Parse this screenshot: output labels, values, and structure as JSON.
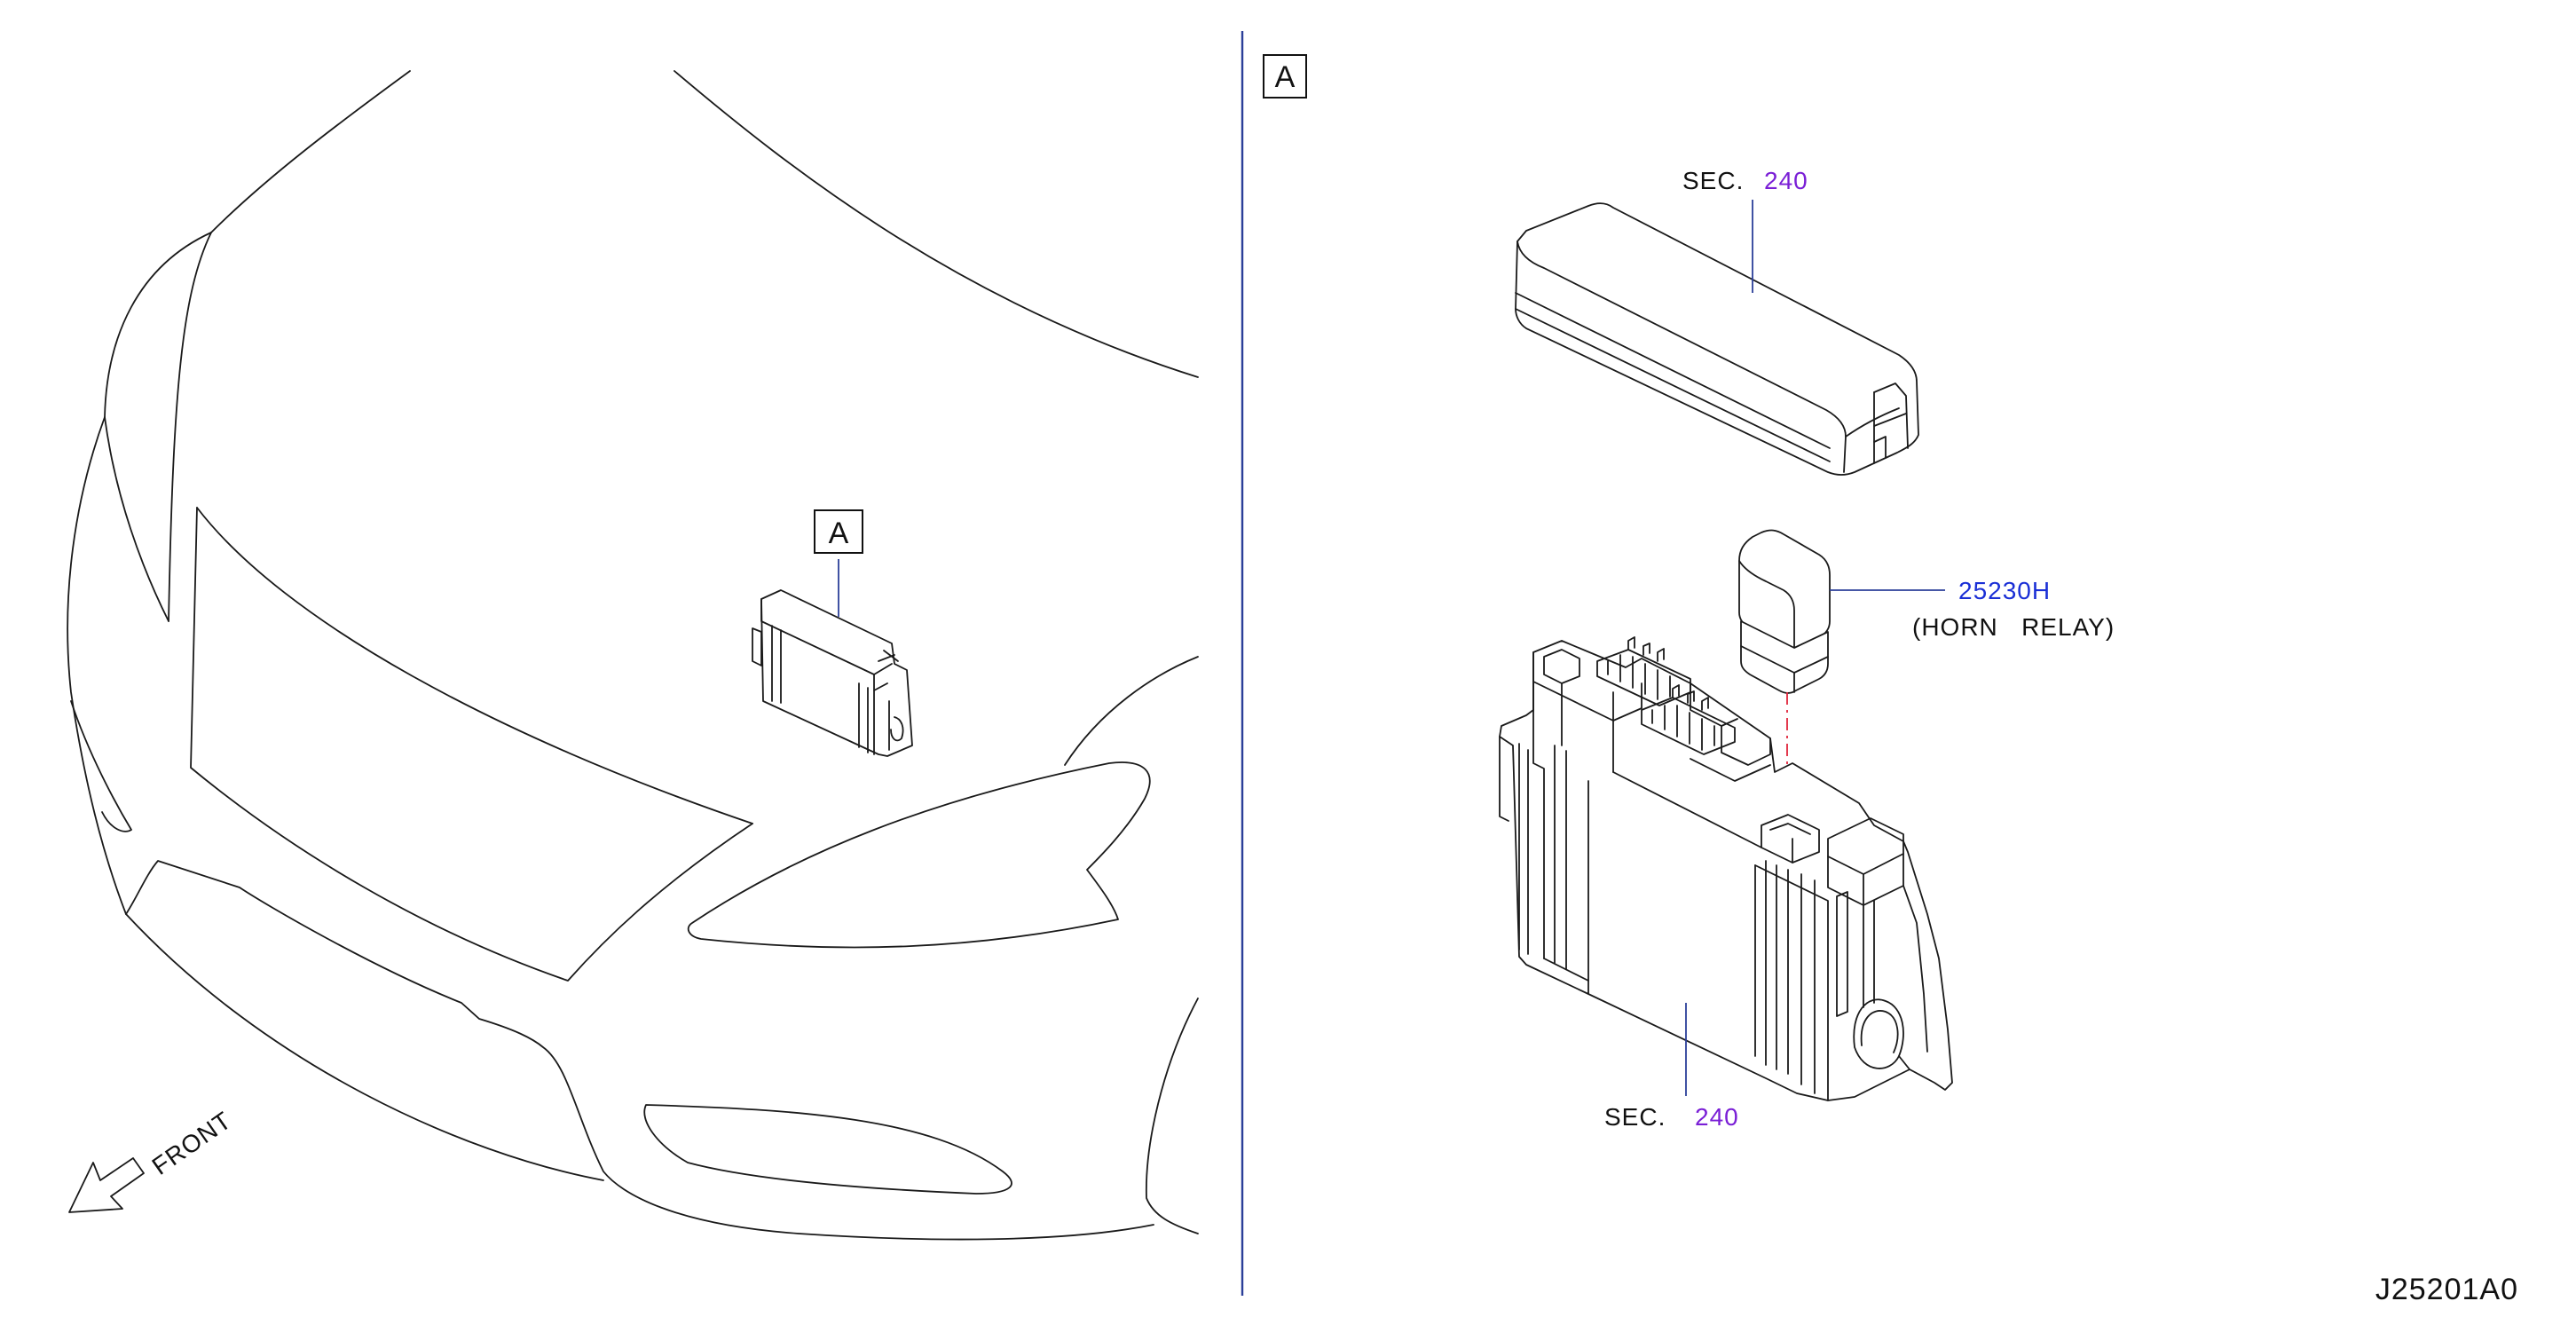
{
  "callout_left": "A",
  "callout_right": "A",
  "front_label": "FRONT",
  "sec_top": {
    "prefix": "SEC.",
    "number": "240"
  },
  "sec_bottom": {
    "prefix": "SEC.",
    "number": "240"
  },
  "part": {
    "number": "25230H",
    "name": "(HORN   RELAY)"
  },
  "drawing_code": "J25201A0",
  "colors": {
    "link_section": "#7a1fd6",
    "link_part": "#1a2fd6",
    "leader": "#2b3f99",
    "dashed_guide": "#e0253b"
  }
}
